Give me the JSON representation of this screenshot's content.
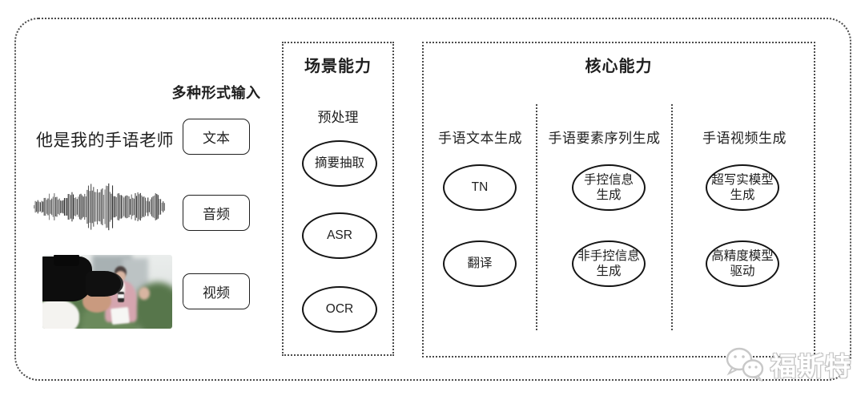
{
  "colors": {
    "background": "#ffffff",
    "stroke": "#1f1f1f",
    "dotted_border": "#4b4b4b",
    "watermark_gray": "#c6c6c6"
  },
  "input_section": {
    "label": "多种形式输入",
    "text_sample": "他是我的手语老师",
    "buttons": [
      {
        "label": "文本"
      },
      {
        "label": "音频"
      },
      {
        "label": "视频"
      }
    ]
  },
  "scene_box": {
    "title": "场景能力",
    "subtitle": "预处理",
    "nodes": [
      {
        "line1": "摘要抽取",
        "line2": ""
      },
      {
        "line1": "ASR",
        "line2": ""
      },
      {
        "line1": "OCR",
        "line2": ""
      }
    ]
  },
  "core_box": {
    "title": "核心能力",
    "columns": [
      {
        "header": "手语文本生成",
        "nodes": [
          {
            "line1": "TN",
            "line2": ""
          },
          {
            "line1": "翻译",
            "line2": ""
          }
        ]
      },
      {
        "header": "手语要素序列生成",
        "nodes": [
          {
            "line1": "手控信息",
            "line2": "生成"
          },
          {
            "line1": "非手控信息",
            "line2": "生成"
          }
        ]
      },
      {
        "header": "手语视频生成",
        "nodes": [
          {
            "line1": "超写实模型",
            "line2": "生成"
          },
          {
            "line1": "高精度模型",
            "line2": "驱动"
          }
        ]
      }
    ]
  },
  "watermark": {
    "label": "福斯特",
    "icon": "wechat-icon"
  }
}
